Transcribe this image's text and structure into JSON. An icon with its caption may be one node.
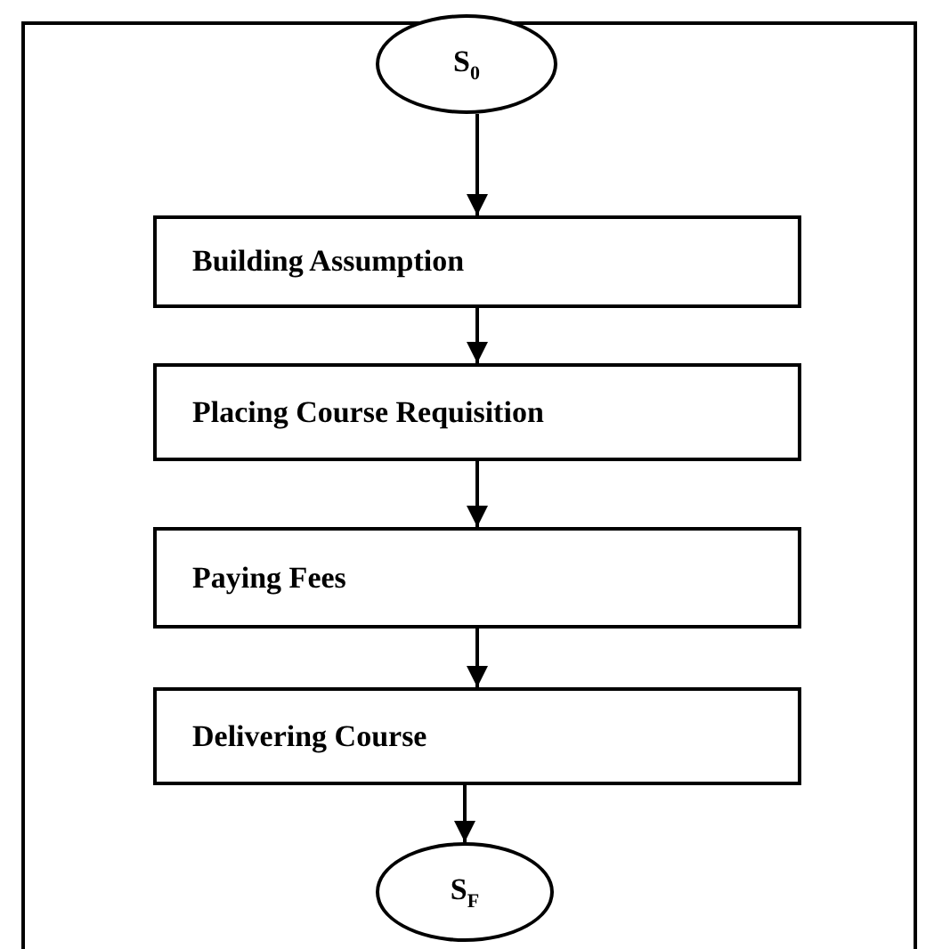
{
  "diagram": {
    "nodes": [
      {
        "text": [
          "S$_{0}$"
        ]
      },
      {
        "text": [
          "Building Assumption"
        ]
      },
      {
        "text": [
          "Placing Course Requisition"
        ]
      },
      {
        "text": [
          "Paying Fees"
        ]
      },
      {
        "text": [
          "Delivering Course"
        ]
      },
      {
        "text": [
          "S$_{F}$"
        ]
      }
    ],
    "edges": [
      {
        "from": 0,
        "to": 1,
        "arrow": "to"
      },
      {
        "from": 1,
        "to": 2,
        "arrow": "to"
      },
      {
        "from": 2,
        "to": 3,
        "arrow": "to"
      },
      {
        "from": 3,
        "to": 4,
        "arrow": "to"
      },
      {
        "from": 4,
        "to": 5,
        "arrow": "to"
      }
    ]
  }
}
